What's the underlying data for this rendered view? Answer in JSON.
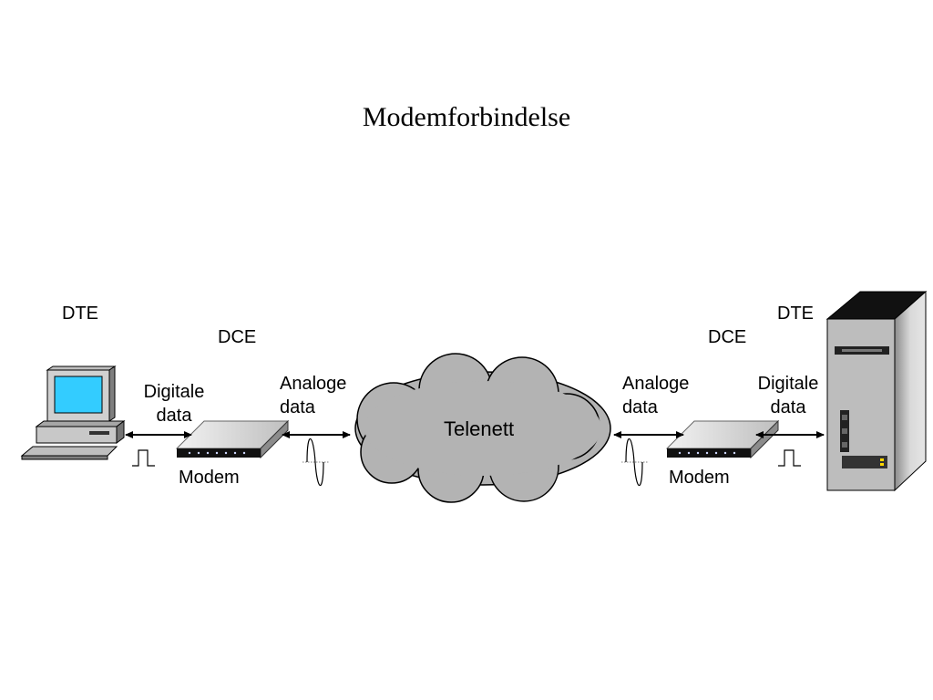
{
  "title": "Modemforbindelse",
  "left": {
    "dte_label": "DTE",
    "dce_label": "DCE",
    "digital_label_1": "Digitale",
    "digital_label_2": "data",
    "analog_label_1": "Analoge",
    "analog_label_2": "data",
    "modem_label": "Modem"
  },
  "right": {
    "dte_label": "DTE",
    "dce_label": "DCE",
    "digital_label_1": "Digitale",
    "digital_label_2": "data",
    "analog_label_1": "Analoge",
    "analog_label_2": "data",
    "modem_label": "Modem"
  },
  "network": {
    "label": "Telenett"
  },
  "colors": {
    "cloud": "#b3b3b3",
    "screen": "#33ccff",
    "device": "#d9d9d9"
  }
}
